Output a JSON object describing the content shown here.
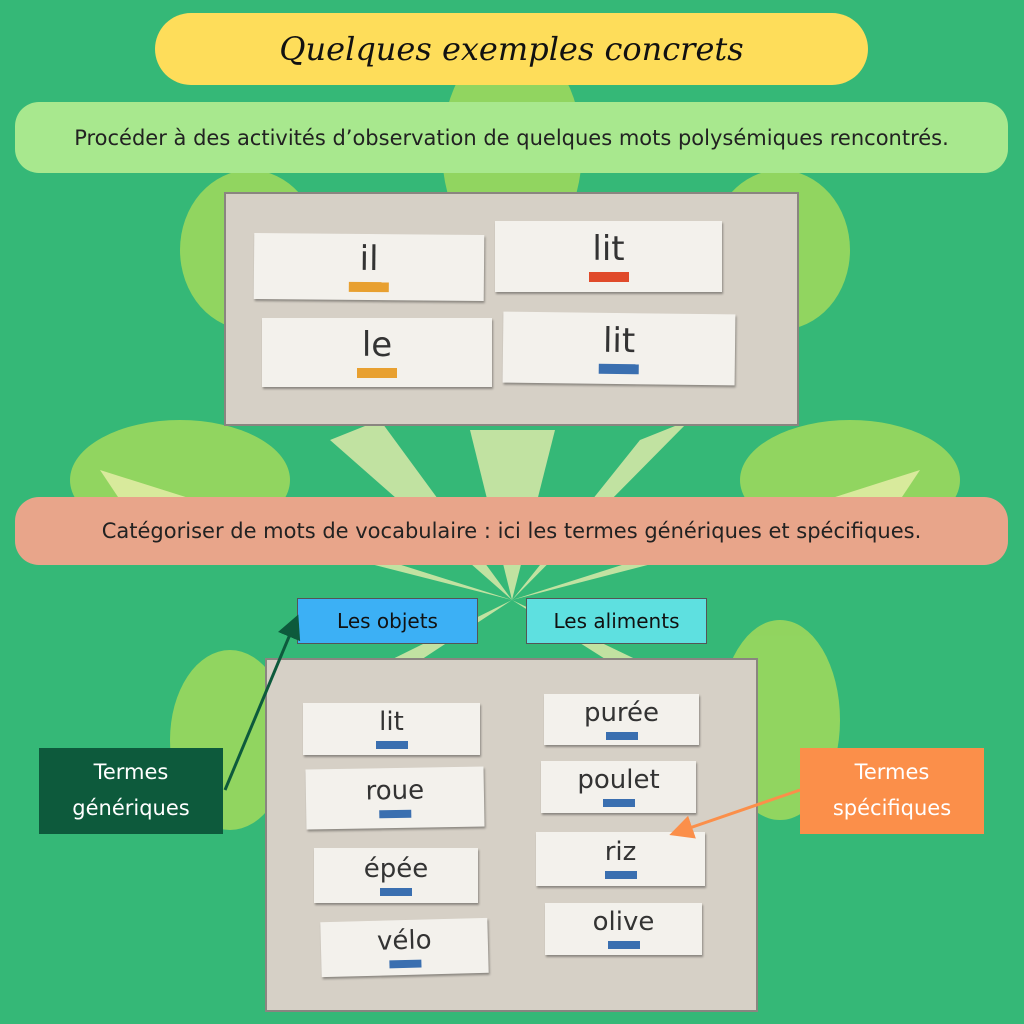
{
  "title": "Quelques exemples concrets",
  "banner1": "Procéder à des activités d’observation de quelques mots polysémiques rencontrés.",
  "banner2": "Catégoriser de mots de vocabulaire : ici les termes génériques et spécifiques.",
  "photo1_cards": [
    {
      "word": "il",
      "color": "#e8a030"
    },
    {
      "word": "lit",
      "color": "#e04a2a"
    },
    {
      "word": "le",
      "color": "#e8a030"
    },
    {
      "word": "lit",
      "color": "#3a6fb0"
    }
  ],
  "categories": {
    "objects": "Les objets",
    "foods": "Les aliments"
  },
  "objects": [
    "lit",
    "roue",
    "épée",
    "vélo"
  ],
  "foods": [
    "purée",
    "poulet",
    "riz",
    "olive"
  ],
  "generic_lines": [
    "Termes",
    "génériques"
  ],
  "specific_lines": [
    "Termes",
    "spécifiques"
  ]
}
